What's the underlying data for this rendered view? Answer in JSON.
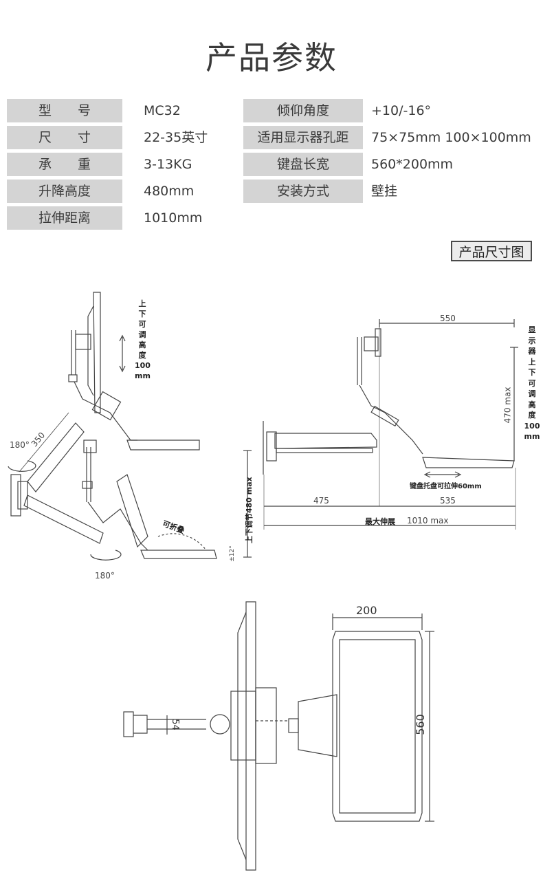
{
  "title": "产品参数",
  "specs_left": [
    {
      "label": "型　　号",
      "value": "MC32"
    },
    {
      "label": "尺　　寸",
      "value": "22-35英寸"
    },
    {
      "label": "承　　重",
      "value": "3-13KG"
    },
    {
      "label": "升降高度",
      "value": "480mm"
    },
    {
      "label": "拉伸距离",
      "value": "1010mm"
    }
  ],
  "specs_right": [
    {
      "label": "倾仰角度",
      "value": "+10/-16°"
    },
    {
      "label": "适用显示器孔距",
      "value": "75×75mm  100×100mm"
    },
    {
      "label": "键盘长宽",
      "value": "560*200mm"
    },
    {
      "label": "安装方式",
      "value": "壁挂"
    }
  ],
  "size_button": "产品尺寸图",
  "diagram": {
    "left": {
      "monitor_adjust_chars": [
        "上",
        "下",
        "可",
        "调",
        "高",
        "度",
        "100",
        "mm"
      ],
      "rot_top": "180°",
      "arm_len": "350",
      "rot_bottom": "180°",
      "height_adjust": "上下调节480 max",
      "foldable": "可折叠",
      "tilt": "±12°"
    },
    "right": {
      "top_width": "550",
      "vertical": "470 max",
      "monitor_adjust_chars": [
        "显",
        "示",
        "器",
        "上",
        "下",
        "可",
        "调",
        "高",
        "度",
        "100",
        "mm"
      ],
      "keyboard_pull": "键盘托盘可拉伸60mm",
      "seg_a": "475",
      "seg_b": "535",
      "total_label": "最大伸展",
      "total_value": "1010 max"
    },
    "bottom": {
      "tray_width": "200",
      "tray_length": "560",
      "pole": "54"
    }
  }
}
